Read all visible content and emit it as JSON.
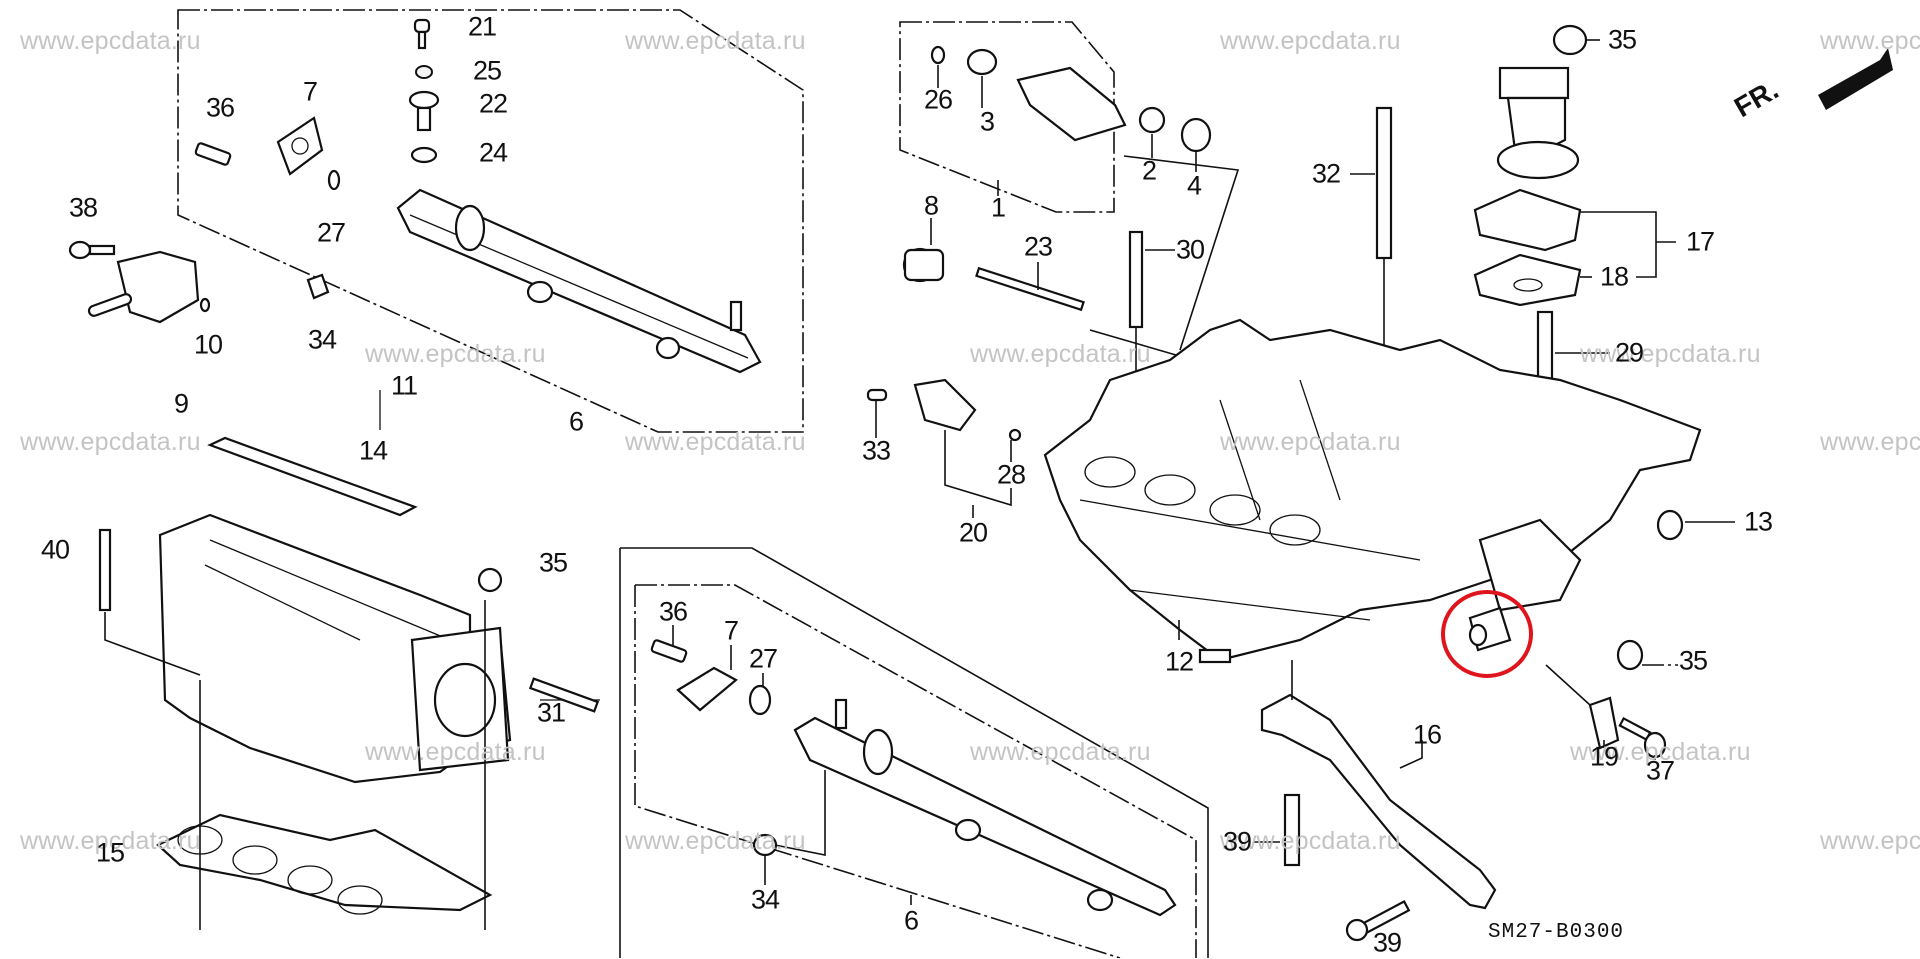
{
  "diagram": {
    "title_code": "SM27-B0300",
    "direction_marker": "FR.",
    "watermark_text": "www.epcdata.ru",
    "highlight_color": "#e0141c",
    "highlighted_part": "intake manifold fitting (circled)",
    "callouts": [
      {
        "label": "21",
        "group": "upper-fuel-rail"
      },
      {
        "label": "25",
        "group": "upper-fuel-rail"
      },
      {
        "label": "22",
        "group": "upper-fuel-rail"
      },
      {
        "label": "24",
        "group": "upper-fuel-rail"
      },
      {
        "label": "7",
        "group": "upper-fuel-rail"
      },
      {
        "label": "36",
        "group": "upper-fuel-rail"
      },
      {
        "label": "27",
        "group": "upper-fuel-rail"
      },
      {
        "label": "34",
        "group": "upper-fuel-rail"
      },
      {
        "label": "6",
        "group": "upper-fuel-rail"
      },
      {
        "label": "38",
        "group": "pressure-regulator"
      },
      {
        "label": "10",
        "group": "pressure-regulator"
      },
      {
        "label": "9",
        "group": "pressure-regulator"
      },
      {
        "label": "11",
        "group": "intake-chamber"
      },
      {
        "label": "14",
        "group": "intake-chamber"
      },
      {
        "label": "40",
        "group": "intake-chamber"
      },
      {
        "label": "35",
        "group": "intake-chamber"
      },
      {
        "label": "31",
        "group": "intake-chamber"
      },
      {
        "label": "15",
        "group": "intake-chamber"
      },
      {
        "label": "26",
        "group": "injector"
      },
      {
        "label": "3",
        "group": "injector"
      },
      {
        "label": "2",
        "group": "injector"
      },
      {
        "label": "4",
        "group": "injector"
      },
      {
        "label": "1",
        "group": "injector"
      },
      {
        "label": "8",
        "group": "manifold"
      },
      {
        "label": "23",
        "group": "manifold"
      },
      {
        "label": "30",
        "group": "manifold"
      },
      {
        "label": "32",
        "group": "manifold"
      },
      {
        "label": "33",
        "group": "sensor"
      },
      {
        "label": "28",
        "group": "sensor"
      },
      {
        "label": "20",
        "group": "sensor"
      },
      {
        "label": "12",
        "group": "manifold"
      },
      {
        "label": "36",
        "group": "lower-fuel-rail"
      },
      {
        "label": "7",
        "group": "lower-fuel-rail"
      },
      {
        "label": "27",
        "group": "lower-fuel-rail"
      },
      {
        "label": "34",
        "group": "lower-fuel-rail"
      },
      {
        "label": "6",
        "group": "lower-fuel-rail"
      },
      {
        "label": "35",
        "group": "egr-valve"
      },
      {
        "label": "17",
        "group": "egr-valve"
      },
      {
        "label": "18",
        "group": "egr-valve"
      },
      {
        "label": "29",
        "group": "manifold"
      },
      {
        "label": "13",
        "group": "manifold"
      },
      {
        "label": "35",
        "group": "manifold"
      },
      {
        "label": "16",
        "group": "stay"
      },
      {
        "label": "19",
        "group": "stay"
      },
      {
        "label": "37",
        "group": "stay"
      },
      {
        "label": "39",
        "group": "stay"
      },
      {
        "label": "39",
        "group": "stay"
      }
    ]
  }
}
